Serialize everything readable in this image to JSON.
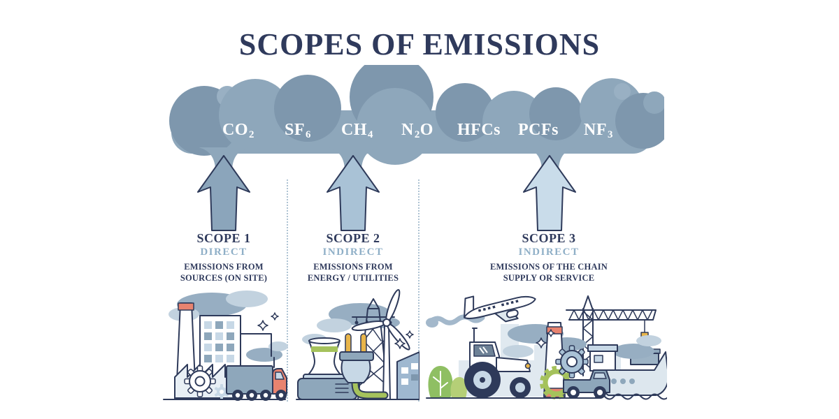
{
  "title": "SCOPES OF EMISSIONS",
  "colors": {
    "title_navy": "#2f3a5c",
    "outline_navy": "#2e3a5a",
    "cloud_main": "#8ea7bb",
    "cloud_dark": "#7e97ad",
    "cloud_light": "#99b0c3",
    "arrow1_fill": "#8ba5bb",
    "arrow2_fill": "#a9c2d6",
    "arrow3_fill": "#c9dcea",
    "accent_light_blue": "#8fafc7",
    "divider_blue": "#aec3d3",
    "smoke_blue": "#97aec2",
    "smoke_light": "#c2d2df",
    "salmon_red": "#e8836f",
    "leaf_green": "#a5c25c",
    "plug_yellow": "#e8b54a"
  },
  "cloud": {
    "gases": [
      "CO2",
      "SF6",
      "CH4",
      "N2O",
      "HFCs",
      "PCFs",
      "NF3"
    ]
  },
  "scopes": [
    {
      "name": "SCOPE 1",
      "type": "DIRECT",
      "desc_line1": "EMISSIONS FROM",
      "desc_line2": "SOURCES (ON SITE)",
      "illustration": "factory-building-and-truck"
    },
    {
      "name": "SCOPE 2",
      "type": "INDIRECT",
      "desc_line1": "EMISSIONS FROM",
      "desc_line2": "ENERGY / UTILITIES",
      "illustration": "power-plant-pylon-plug-wind-turbine"
    },
    {
      "name": "SCOPE 3",
      "type": "INDIRECT",
      "desc_line1": "EMISSIONS OF THE CHAIN",
      "desc_line2": "SUPPLY OR SERVICE",
      "illustration": "airplane-tractor-crane-pickup-ship"
    }
  ]
}
